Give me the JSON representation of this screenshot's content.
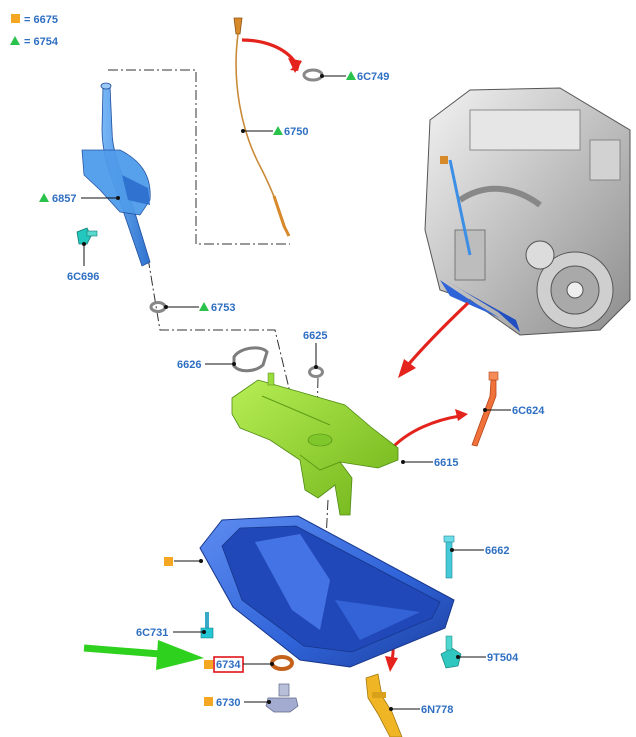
{
  "legend": {
    "square": {
      "marker": "= 6675"
    },
    "triangle": {
      "marker": "= 6754"
    }
  },
  "parts": {
    "p6C749": "6C749",
    "p6750": "6750",
    "p6857": "6857",
    "p6C696": "6C696",
    "p6753": "6753",
    "p6625": "6625",
    "p6626": "6626",
    "p6C624": "6C624",
    "p6615": "6615",
    "p6662": "6662",
    "p6C731": "6C731",
    "p9T504": "9T504",
    "p6734": "6734",
    "p6730": "6730",
    "p6N778": "6N778"
  },
  "colors": {
    "label": "#2f6fc2",
    "square_marker": "#f5a623",
    "triangle_marker": "#29c24a",
    "arrow_red": "#e3231c",
    "arrow_green": "#2fd11f",
    "oil_pan": "#2f63d8",
    "baffle": "#8fd62a",
    "filler_tube": "#3d8fe6",
    "dipstick": "#d88a2a",
    "highlight_box": "#e0141b"
  },
  "icons": {
    "square": "orange-square-icon",
    "triangle": "green-triangle-icon"
  }
}
